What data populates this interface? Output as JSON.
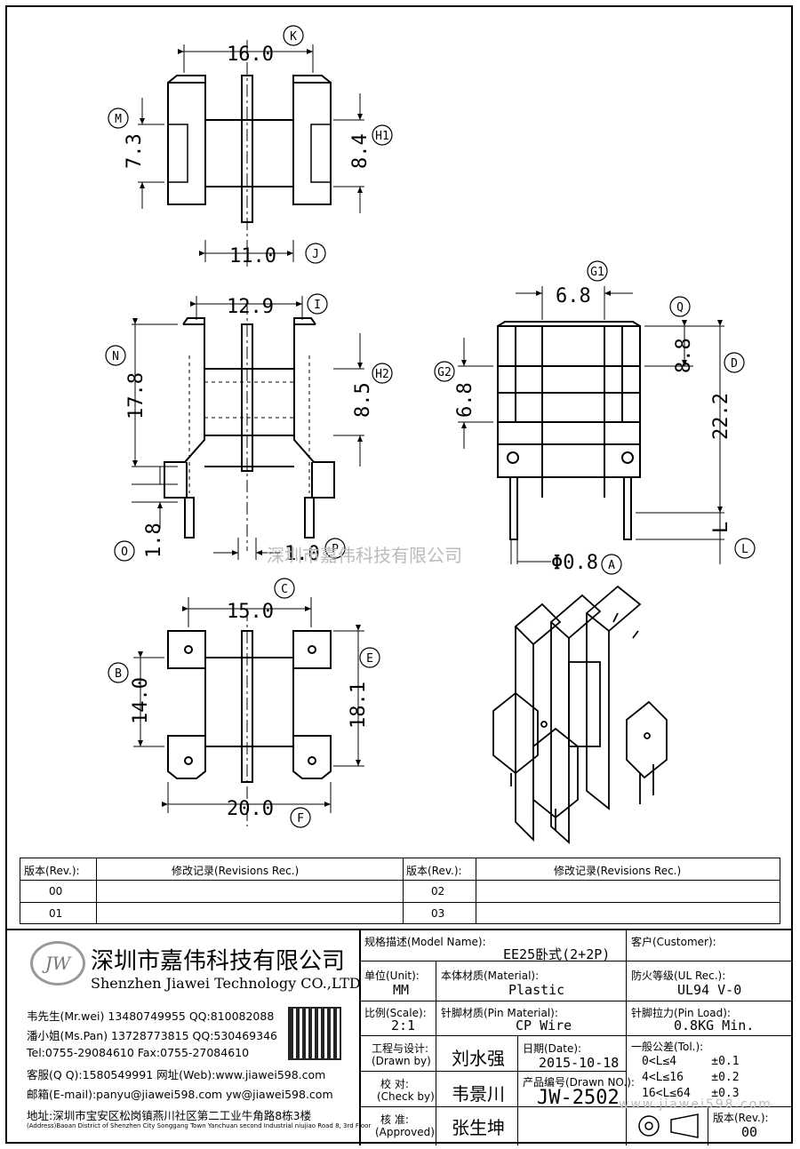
{
  "drawing": {
    "view_top": {
      "width": "16.0",
      "width_inner": "11.0",
      "m": "7.3",
      "h1": "8.4",
      "labels": {
        "k": "K",
        "j": "J",
        "m": "M",
        "h1": "H1"
      }
    },
    "view_side": {
      "width": "12.9",
      "height": "17.8",
      "h2": "8.5",
      "pin": "1.8",
      "pin_w": "1.0",
      "labels": {
        "i": "I",
        "n": "N",
        "h2": "H2",
        "o": "O",
        "p": "P"
      }
    },
    "view_front": {
      "g1": "6.8",
      "g2": "6.8",
      "q": "8.8",
      "d": "22.2",
      "l": "L",
      "dia": "Φ0.8",
      "labels": {
        "g1": "G1",
        "g2": "G2",
        "q": "Q",
        "d": "D",
        "l": "L",
        "a": "A"
      }
    },
    "view_bottom": {
      "c": "15.0",
      "b": "14.0",
      "e": "18.1",
      "f": "20.0",
      "labels": {
        "c": "C",
        "b": "B",
        "e": "E",
        "f": "F"
      }
    },
    "watermark": "深圳市嘉伟科技有限公司"
  },
  "revisions": {
    "rev_header": "版本(Rev.):",
    "rec_header": "修改记录(Revisions Rec.)",
    "rows": [
      "00",
      "01",
      "02",
      "03"
    ]
  },
  "company": {
    "logo": "JW",
    "name_cn": "深圳市嘉伟科技有限公司",
    "name_en": "Shenzhen Jiawei Technology CO.,LTD",
    "contacts": [
      "韦先生(Mr.wei) 13480749955 QQ:810082088",
      "潘小姐(Ms.Pan) 13728773815 QQ:530469346",
      "Tel:0755-29084610       Fax:0755-27084610",
      "客服(Q Q):1580549991   网址(Web):www.jiawei598.com",
      "邮箱(E-mail):panyu@jiawei598.com  yw@jiawei598.com"
    ],
    "address": "地址:深圳市宝安区松岗镇燕川社区第二工业牛角路8栋3楼",
    "address_en": "(Address)Baoan District of Shenzhen City Songgang Town Yanchuan  second Industrial niujiao Road 8, 3rd Floor"
  },
  "titleblock": {
    "model_label": "规格描述(Model Name):",
    "model": "EE25卧式(2+2P)",
    "customer_label": "客户(Customer):",
    "unit_label": "单位(Unit):",
    "unit": "MM",
    "material_label": "本体材质(Material):",
    "material": "Plastic",
    "ul_label": "防火等级(UL Rec.):",
    "ul": "UL94 V-0",
    "scale_label": "比例(Scale):",
    "scale": "2:1",
    "pin_label": "针脚材质(Pin Material):",
    "pin": "CP Wire",
    "load_label": "针脚拉力(Pin Load):",
    "load": "0.8KG Min.",
    "drawn_label": "工程与设计:",
    "drawn_en": "(Drawn by)",
    "drawn": "刘水强",
    "date_label": "日期(Date):",
    "date": "2015-10-18",
    "check_label": "校  对:",
    "check_en": "(Check by)",
    "check": "韦景川",
    "drawno_label": "产品编号(Drawn NO.):",
    "drawno": "JW-2502",
    "appr_label": "核  准:",
    "appr_en": "(Approved)",
    "appr": "张生坤",
    "tol_label": "一般公差(Tol.):",
    "tol": [
      "0<L≤4     ±0.1",
      "4<L≤16    ±0.2",
      "16<L≤64   ±0.3"
    ],
    "rev_label": "版本(Rev.):",
    "rev": "00",
    "web_wm": "www.jiawei598.com"
  }
}
